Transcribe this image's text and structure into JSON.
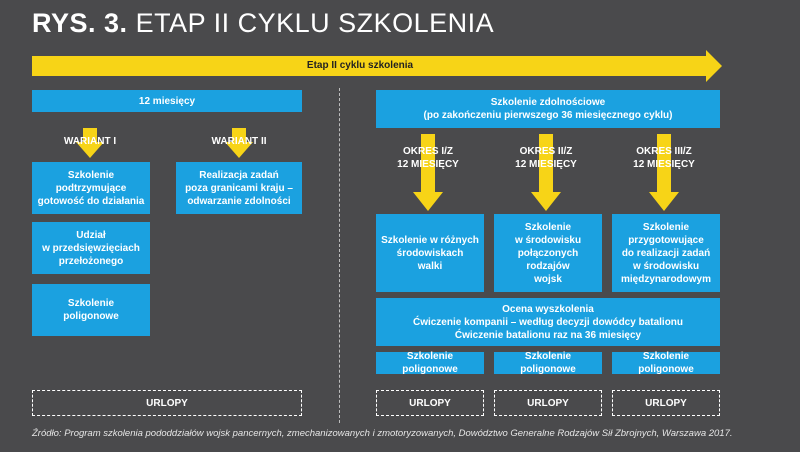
{
  "title": {
    "prefix": "RYS. 3.",
    "text": "ETAP II CYKLU SZKOLENIA"
  },
  "colors": {
    "background": "#4a4a4c",
    "box": "#1ba1e0",
    "arrow": "#f7d417",
    "text": "#ffffff"
  },
  "timeline": {
    "label": "Etap II cyklu szkolenia"
  },
  "left": {
    "header": "12 miesięcy",
    "variant1": "WARIANT I",
    "variant2": "WARIANT II",
    "box_support": "Szkolenie\npodtrzymujące\ngotowość  do działania",
    "box_foreign": "Realizacja zadań\npoza granicami kraju –\nodwarzanie zdolności",
    "box_superior": "Udział\nw przedsięwzięciach\nprzełożonego",
    "box_range": "Szkolenie\npoligonowe",
    "leave": "URLOPY"
  },
  "right": {
    "header": "Szkolenie zdolnościowe\n(po zakończeniu pierwszego 36 miesięcznego cyklu)",
    "period1": "OKRES I/Z\n12 MIESIĘCY",
    "period2": "OKRES II/Z\n12 MIESIĘCY",
    "period3": "OKRES III/Z\n12 MIESIĘCY",
    "box1": "Szkolenie w różnych\nśrodowiskach\nwalki",
    "box2": "Szkolenie\nw środowisku\npołączonych rodzajów\nwojsk",
    "box3": "Szkolenie\nprzygotowujące\ndo realizacji zadań\nw środowisku\nmiędzynarodowym",
    "assessment": "Ocena wyszkolenia\nĆwiczenie kompanii – według decyzji dowódcy batalionu\nĆwiczenie batalionu raz na 36 miesięcy",
    "range1": "Szkolenie poligonowe",
    "range2": "Szkolenie poligonowe",
    "range3": "Szkolenie poligonowe",
    "leave1": "URLOPY",
    "leave2": "URLOPY",
    "leave3": "URLOPY"
  },
  "source": "Źródło: Program szkolenia pododdziałów wojsk pancernych, zmechanizowanych i zmotoryzowanych, Dowództwo Generalne Rodzajów Sił Zbrojnych, Warszawa 2017."
}
